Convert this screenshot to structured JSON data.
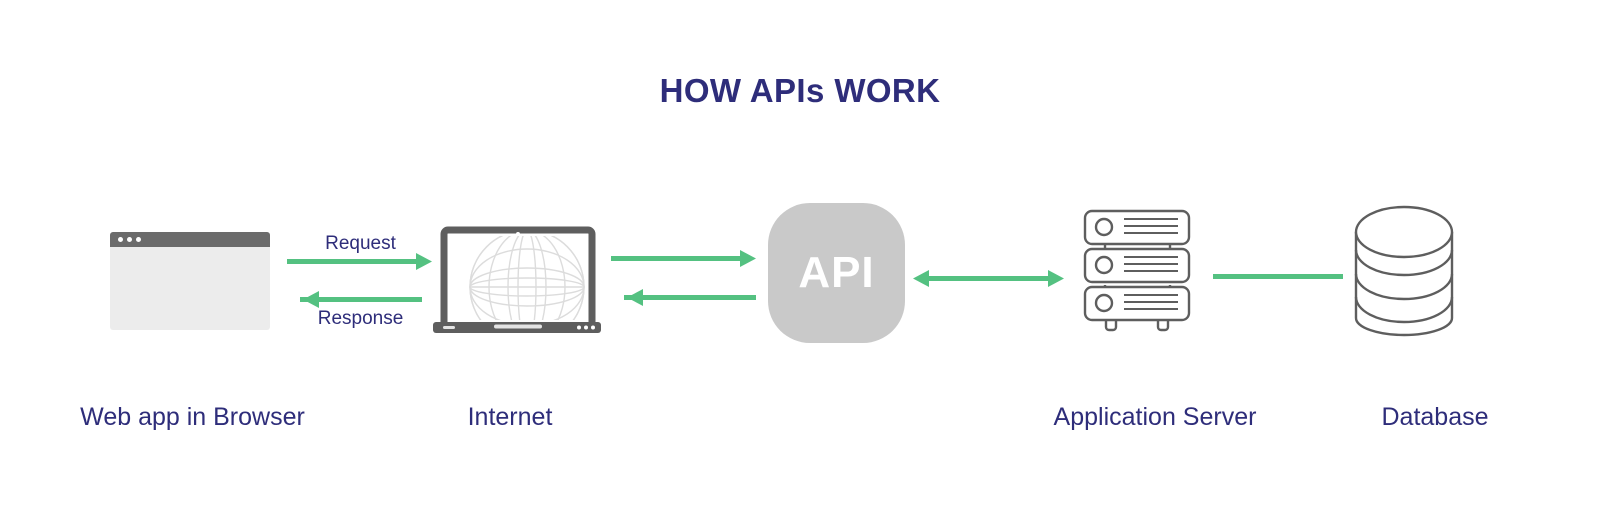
{
  "diagram": {
    "title": "HOW APIs WORK",
    "background_color": "#ffffff",
    "accent_color": "#54c181",
    "label_color": "#2e2d7a",
    "icon_gray": "#6b6b6b",
    "api_block_color": "#c9c9c9",
    "browser_body_color": "#ececec"
  },
  "nodes": [
    {
      "id": "browser",
      "label": "Web app in Browser",
      "icon": "browser-window-icon"
    },
    {
      "id": "internet",
      "label": "Internet",
      "icon": "laptop-globe-icon"
    },
    {
      "id": "api",
      "label": "API",
      "icon": "api-rounded-square"
    },
    {
      "id": "appserver",
      "label": "Application Server",
      "icon": "server-rack-icon"
    },
    {
      "id": "database",
      "label": "Database",
      "icon": "database-cylinder-icon"
    }
  ],
  "connections": [
    {
      "id": "browser-to-internet",
      "label": "Request",
      "direction": "right",
      "style": "arrow"
    },
    {
      "id": "internet-to-browser",
      "label": "Response",
      "direction": "left",
      "style": "arrow"
    },
    {
      "id": "internet-to-api",
      "label": "",
      "direction": "right",
      "style": "arrow"
    },
    {
      "id": "api-to-internet",
      "label": "",
      "direction": "left",
      "style": "arrow"
    },
    {
      "id": "api-to-appserver",
      "label": "",
      "direction": "both",
      "style": "double-arrow"
    },
    {
      "id": "appserver-to-database",
      "label": "",
      "direction": "none",
      "style": "line"
    }
  ],
  "captions": {
    "browser": "Web app in Browser",
    "internet": "Internet",
    "appserver": "Application Server",
    "database": "Database"
  },
  "arrow_labels": {
    "request": "Request",
    "response": "Response"
  },
  "api_label": "API"
}
